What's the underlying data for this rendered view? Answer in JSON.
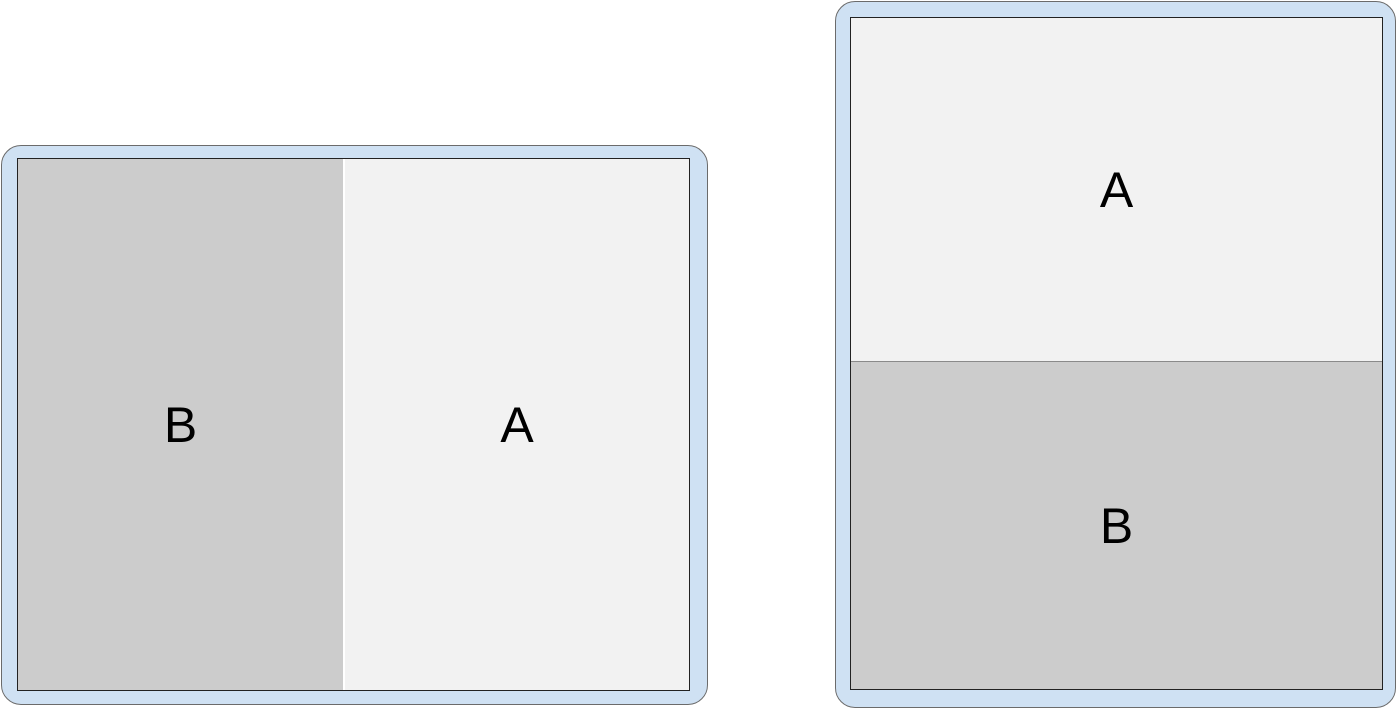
{
  "colors": {
    "device_frame": "#cfe1f3",
    "pane_primary": "#f2f2f2",
    "pane_secondary": "#cccccc"
  },
  "devices": [
    {
      "orientation": "landscape",
      "panes": [
        {
          "role": "secondary",
          "label": "B"
        },
        {
          "role": "primary",
          "label": "A"
        }
      ]
    },
    {
      "orientation": "portrait",
      "panes": [
        {
          "role": "primary",
          "label": "A"
        },
        {
          "role": "secondary",
          "label": "B"
        }
      ]
    }
  ]
}
